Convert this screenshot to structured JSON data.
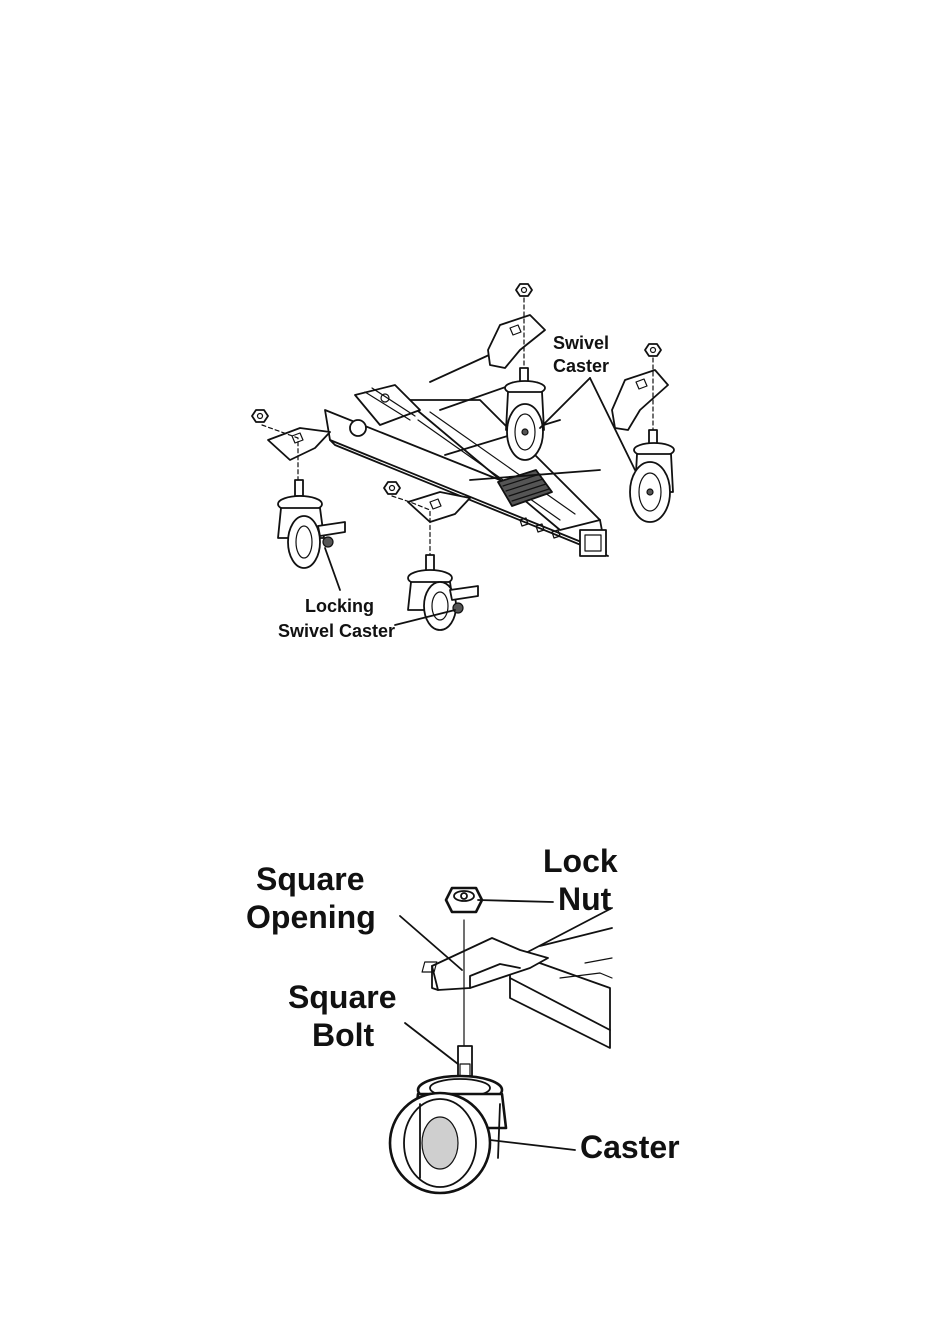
{
  "top_figure": {
    "labels": {
      "swivel_caster_line1": "Swivel",
      "swivel_caster_line2": "Caster",
      "locking_line1": "Locking",
      "locking_line2": "Swivel Caster"
    }
  },
  "bottom_figure": {
    "labels": {
      "lock_nut_line1": "Lock",
      "lock_nut_line2": "Nut",
      "square_opening_line1": "Square",
      "square_opening_line2": "Opening",
      "square_bolt_line1": "Square",
      "square_bolt_line2": "Bolt",
      "caster": "Caster"
    }
  }
}
